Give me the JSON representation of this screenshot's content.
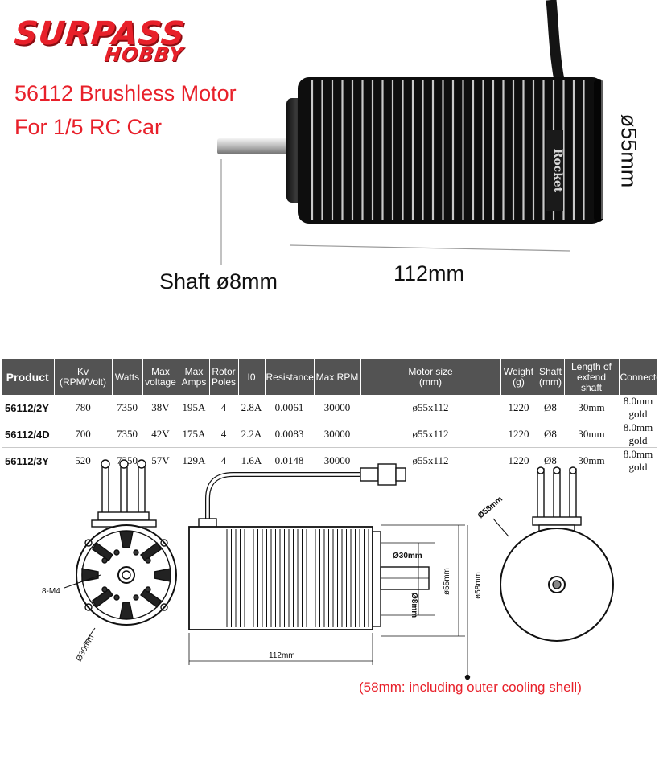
{
  "brand": {
    "line1": "SURPASS",
    "line2": "HOBBY"
  },
  "headline": {
    "line1": "56112 Brushless Motor",
    "line2": "For 1/5 RC Car"
  },
  "dimensions": {
    "diameter": "ø55mm",
    "length": "112mm",
    "shaft": "Shaft ø8mm",
    "motor_label": "Rocket"
  },
  "table": {
    "headers": [
      [
        "Product"
      ],
      [
        "Kv",
        "(RPM/Volt)"
      ],
      [
        "Watts"
      ],
      [
        "Max",
        "voltage"
      ],
      [
        "Max",
        "Amps"
      ],
      [
        "Rotor",
        "Poles"
      ],
      [
        "I0"
      ],
      [
        "Resistance"
      ],
      [
        "Max RPM"
      ],
      [
        "Motor size",
        "(mm)"
      ],
      [
        "Weight",
        "(g)"
      ],
      [
        "Shaft",
        "(mm)"
      ],
      [
        "Length of",
        "extend shaft"
      ],
      [
        "Connector"
      ]
    ],
    "rows": [
      [
        "56112/2Y",
        "780",
        "7350",
        "38V",
        "195A",
        "4",
        "2.8A",
        "0.0061",
        "30000",
        "ø55x112",
        "1220",
        "Ø8",
        "30mm",
        "8.0mm gold"
      ],
      [
        "56112/4D",
        "700",
        "7350",
        "42V",
        "175A",
        "4",
        "2.2A",
        "0.0083",
        "30000",
        "ø55x112",
        "1220",
        "Ø8",
        "30mm",
        "8.0mm gold"
      ],
      [
        "56112/3Y",
        "520",
        "7350",
        "57V",
        "129A",
        "4",
        "1.6A",
        "0.0148",
        "30000",
        "ø55x112",
        "1220",
        "Ø8",
        "30mm",
        "8.0mm gold"
      ]
    ]
  },
  "drawing": {
    "front_holes": "8-M4",
    "front_circle": "Ø30mm",
    "side_length": "112mm",
    "side_inner": "Ø30mm",
    "side_diameter": "ø55mm",
    "side_outer": "ø58mm",
    "side_shaft": "Ø8mm",
    "rear_diameter": "Ø58mm"
  },
  "note": "(58mm: including outer cooling shell)"
}
